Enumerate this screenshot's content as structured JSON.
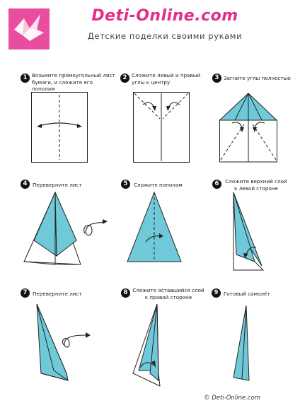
{
  "header": {
    "brand": "Deti-Online.com",
    "tagline": "Детские поделки своими руками",
    "logo_icon": "origami-crane-icon",
    "logo_color": "#e94e9e"
  },
  "steps": [
    {
      "number": "1",
      "caption_line1": "Возьмите прямоугольный лист",
      "caption_line2": "бумаги, и сложите его пополам"
    },
    {
      "number": "2",
      "caption_line1": "Сложите левый и правый",
      "caption_line2": "углы к центру"
    },
    {
      "number": "3",
      "caption_line1": "Загните углы полностью",
      "caption_line2": ""
    },
    {
      "number": "4",
      "caption_line1": "Переверните лист",
      "caption_line2": ""
    },
    {
      "number": "5",
      "caption_line1": "Сложите пополам",
      "caption_line2": ""
    },
    {
      "number": "6",
      "caption_line1": "Сложите верхний слой",
      "caption_line2": "к левой стороне"
    },
    {
      "number": "7",
      "caption_line1": "Переверните лист",
      "caption_line2": ""
    },
    {
      "number": "8",
      "caption_line1": "Сложите оставшийся слой",
      "caption_line2": "к правой стороне"
    },
    {
      "number": "9",
      "caption_line1": "Готовый самолёт",
      "caption_line2": ""
    }
  ],
  "footer": {
    "copyright": "© Deti-Online.com"
  },
  "colors": {
    "paper_blue": "#6fc9d8",
    "line": "#222222",
    "brand_pink": "#e52c8a"
  }
}
